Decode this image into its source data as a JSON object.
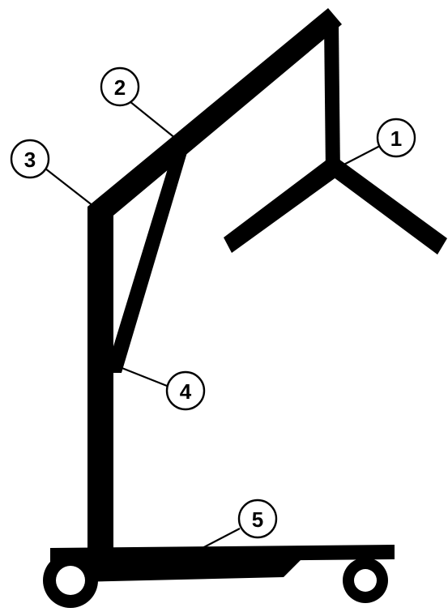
{
  "callouts": [
    {
      "label": "1",
      "part": "boom-hook"
    },
    {
      "label": "2",
      "part": "boom-arm"
    },
    {
      "label": "3",
      "part": "mast-top"
    },
    {
      "label": "4",
      "part": "diagonal-brace"
    },
    {
      "label": "5",
      "part": "base-chassis"
    }
  ],
  "colors": {
    "line": "#000000",
    "background": "#ffffff"
  }
}
